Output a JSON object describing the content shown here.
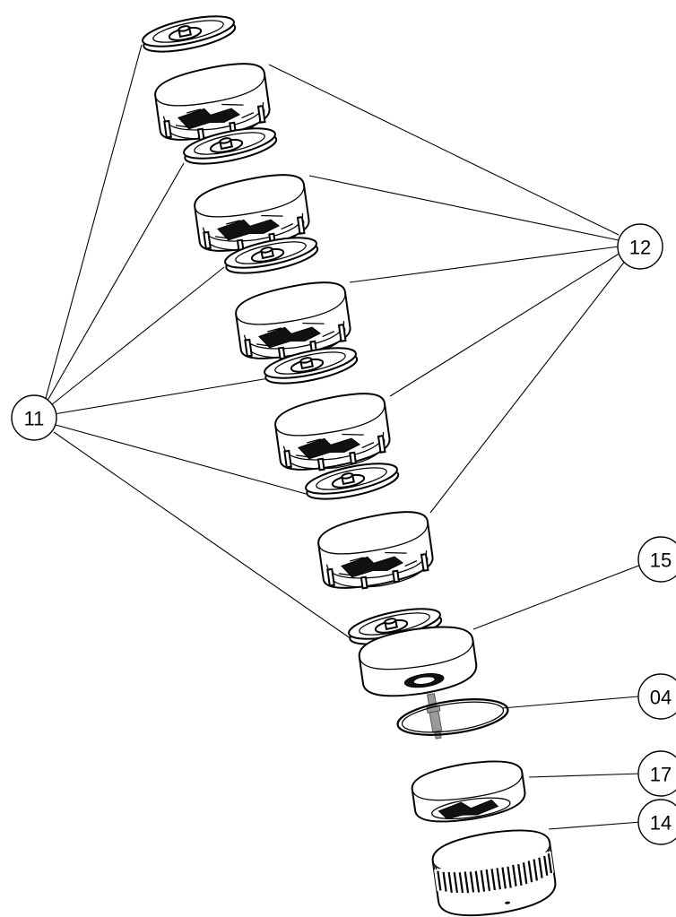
{
  "callouts": {
    "c11": "11",
    "c12": "12",
    "c15": "15",
    "c04": "04",
    "c17": "17",
    "c14": "14"
  }
}
